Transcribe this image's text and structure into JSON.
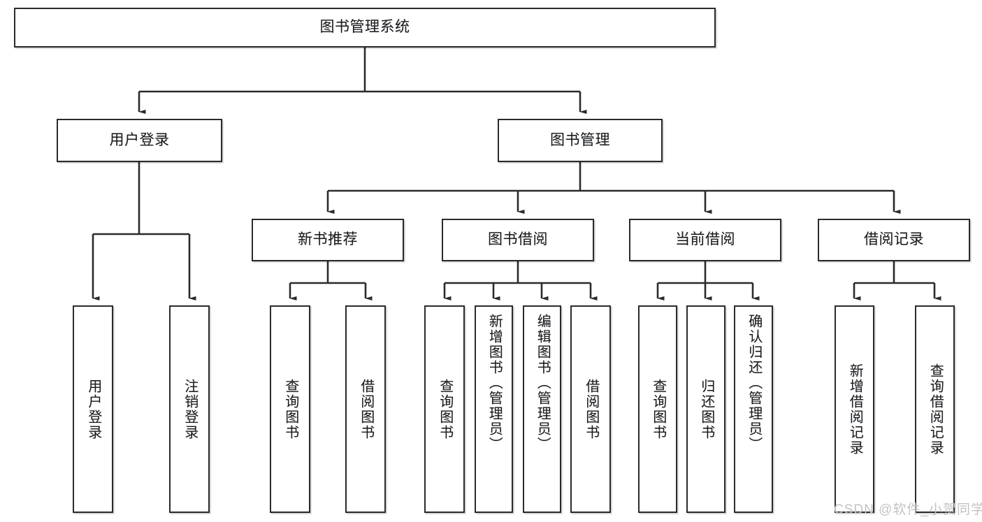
{
  "diagram": {
    "type": "hierarchy-tree",
    "title_node": {
      "id": "root",
      "label": "图书管理系统"
    },
    "level2": [
      {
        "id": "user-login",
        "label": "用户登录"
      },
      {
        "id": "book-manage",
        "label": "图书管理"
      }
    ],
    "level3": [
      {
        "id": "new-book-rec",
        "label": "新书推荐",
        "parent": "book-manage"
      },
      {
        "id": "book-borrow",
        "label": "图书借阅",
        "parent": "book-manage"
      },
      {
        "id": "current-borrow",
        "label": "当前借阅",
        "parent": "book-manage"
      },
      {
        "id": "borrow-record",
        "label": "借阅记录",
        "parent": "book-manage"
      }
    ],
    "leaves": [
      {
        "id": "leaf-user-login",
        "label": "用户登录",
        "parent": "user-login"
      },
      {
        "id": "leaf-logout-login",
        "label": "注销登录",
        "parent": "user-login"
      },
      {
        "id": "leaf-query-book-1",
        "label": "查询图书",
        "parent": "new-book-rec"
      },
      {
        "id": "leaf-borrow-book-1",
        "label": "借阅图书",
        "parent": "new-book-rec"
      },
      {
        "id": "leaf-query-book-2",
        "label": "查询图书",
        "parent": "book-borrow"
      },
      {
        "id": "leaf-add-book",
        "label": "新增图书（管理员）",
        "parent": "book-borrow"
      },
      {
        "id": "leaf-edit-book",
        "label": "编辑图书（管理员）",
        "parent": "book-borrow"
      },
      {
        "id": "leaf-borrow-book-2",
        "label": "借阅图书",
        "parent": "book-borrow"
      },
      {
        "id": "leaf-query-book-3",
        "label": "查询图书",
        "parent": "current-borrow"
      },
      {
        "id": "leaf-return-book",
        "label": "归还图书",
        "parent": "current-borrow"
      },
      {
        "id": "leaf-confirm-return",
        "label": "确认归还（管理员）",
        "parent": "current-borrow"
      },
      {
        "id": "leaf-add-record",
        "label": "新增借阅记录",
        "parent": "borrow-record"
      },
      {
        "id": "leaf-query-record",
        "label": "查询借阅记录",
        "parent": "borrow-record"
      }
    ]
  },
  "watermark": {
    "text": "CSDN @软件_小贺同学"
  },
  "colors": {
    "box_border": "#2b2b2b",
    "box_fill": "#ffffff",
    "connector": "#2b2b2b",
    "text": "#1a1a1a",
    "watermark": "#c3c3c3"
  }
}
